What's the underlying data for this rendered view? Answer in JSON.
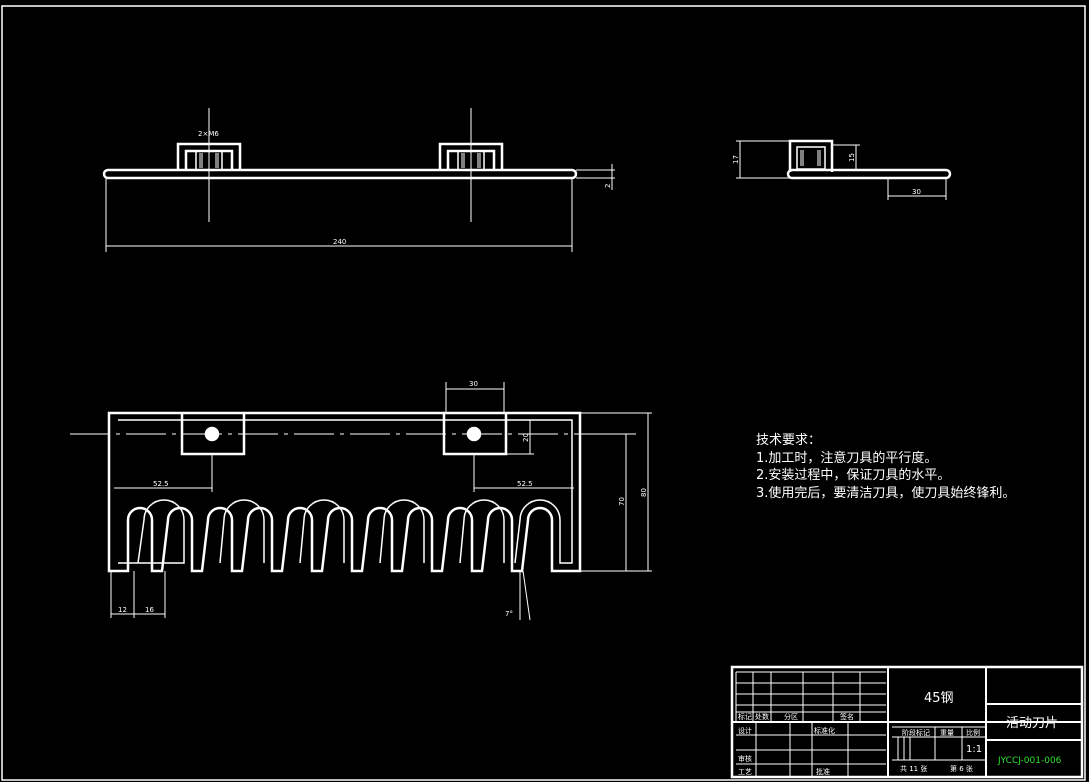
{
  "colors": {
    "background": "#000000",
    "line": "#ffffff",
    "drawing_number": "#30e030"
  },
  "top_view": {
    "hole_label": "2×M6",
    "overall_length": "240",
    "thickness": "2"
  },
  "side_view": {
    "height": "17",
    "inner": "15",
    "width": "30"
  },
  "front_view": {
    "slot_width": "30",
    "slot_depth": "20",
    "left_offset": "52.5",
    "right_offset": "52.5",
    "height_inner": "70",
    "height_total": "80",
    "tooth_width": "12",
    "tooth_pitch": "16",
    "angle": "7°"
  },
  "technical_requirements": {
    "title": "技术要求：",
    "items": [
      "1.加工时，注意刀具的平行度。",
      "2.安装过程中，保证刀具的水平。",
      "3.使用完后，要清洁刀具，使刀具始终锋利。"
    ]
  },
  "title_block": {
    "material": "45钢",
    "part_name": "活动刀片",
    "drawing_number": "JYCCJ-001-006",
    "scale": "1:1",
    "headers": {
      "mark": "标记",
      "count": "处数",
      "zone": "分区",
      "signature": "签名",
      "design": "设计",
      "standardization": "标准化",
      "review": "审核",
      "process": "工艺",
      "approve": "批准",
      "stage_mark": "阶段标记",
      "weight": "重量",
      "ratio": "比例"
    },
    "sheets_total": "共 11 张",
    "sheet_no": "第 6 张"
  }
}
